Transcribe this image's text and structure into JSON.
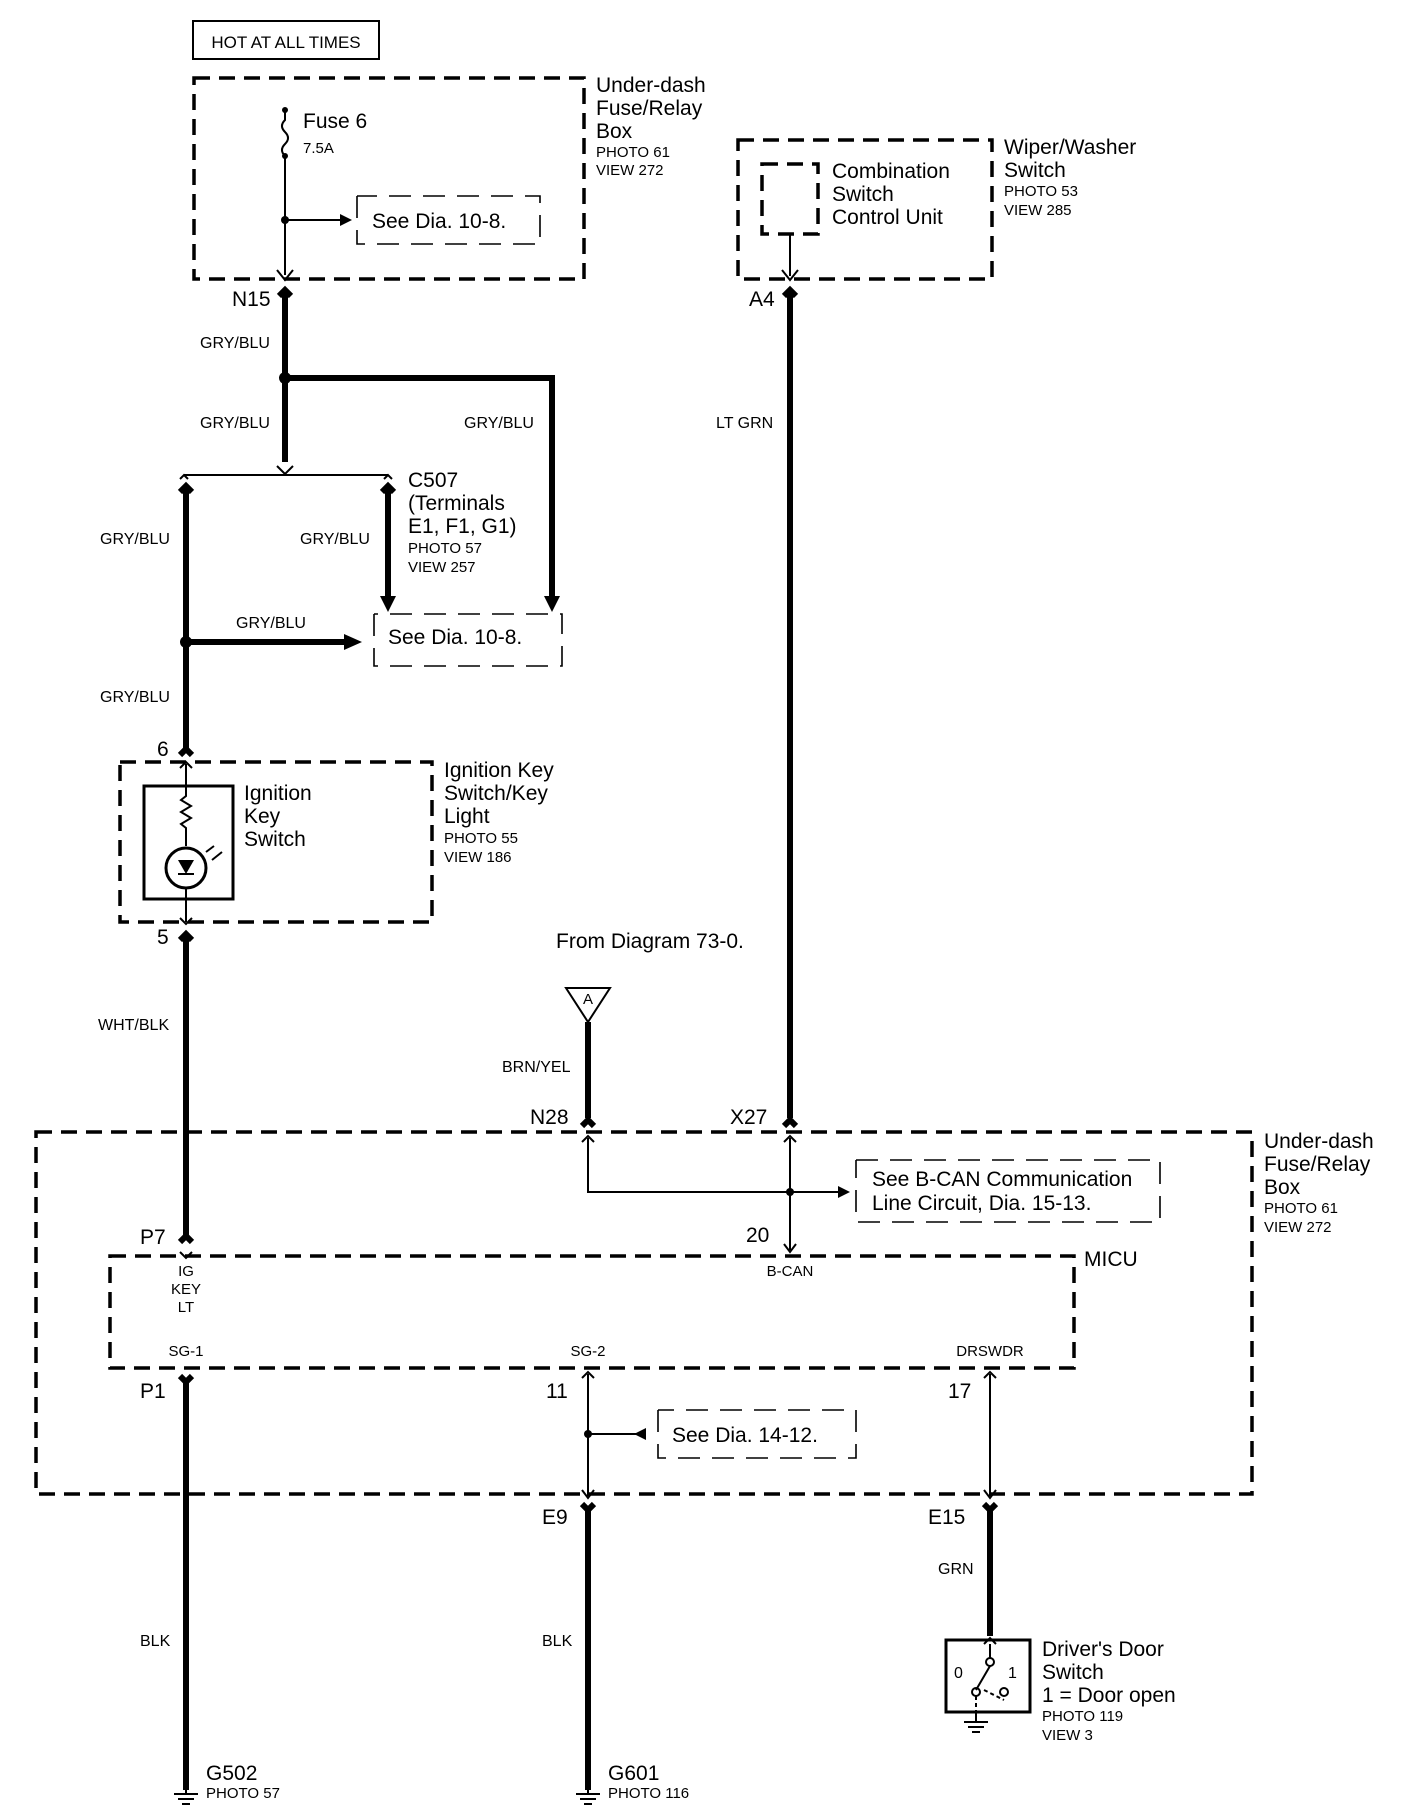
{
  "power": {
    "label": "HOT AT ALL TIMES"
  },
  "fusebox_top": {
    "title_lines": [
      "Under-dash",
      "Fuse/Relay",
      "Box"
    ],
    "photo": "PHOTO 61",
    "view": "VIEW 272",
    "fuse_name": "Fuse 6",
    "fuse_rating": "7.5A",
    "ref": "See Dia. 10-8.",
    "terminal": "N15"
  },
  "wiper_switch": {
    "title_lines": [
      "Wiper/Washer",
      "Switch"
    ],
    "photo": "PHOTO 53",
    "view": "VIEW 285",
    "unit_lines": [
      "Combination",
      "Switch",
      "Control Unit"
    ],
    "terminal": "A4"
  },
  "wires": {
    "gry_blu": "GRY/BLU",
    "lt_grn": "LT GRN",
    "wht_blk": "WHT/BLK",
    "brn_yel": "BRN/YEL",
    "blk": "BLK",
    "grn": "GRN"
  },
  "c507": {
    "lines": [
      "C507",
      "(Terminals",
      "E1, F1, G1)"
    ],
    "photo": "PHOTO 57",
    "view": "VIEW 257",
    "ref": "See Dia. 10-8."
  },
  "ignition": {
    "title_lines": [
      "Ignition Key",
      "Switch/Key",
      "Light"
    ],
    "photo": "PHOTO 55",
    "view": "VIEW 186",
    "inner_lines": [
      "Ignition",
      "Key",
      "Switch"
    ],
    "pin_top": "6",
    "pin_bottom": "5"
  },
  "from_diagram": {
    "text": "From Diagram 73-0.",
    "connector": "A"
  },
  "fusebox_bottom": {
    "title_lines": [
      "Under-dash",
      "Fuse/Relay",
      "Box"
    ],
    "photo": "PHOTO 61",
    "view": "VIEW 272",
    "n28": "N28",
    "x27": "X27",
    "bcan_ref_lines": [
      "See B-CAN Communication",
      "Line Circuit, Dia. 15-13."
    ],
    "ref_14_12": "See Dia. 14-12.",
    "e9": "E9",
    "e15": "E15"
  },
  "micu": {
    "title": "MICU",
    "p7": "P7",
    "ig_lines": [
      "IG",
      "KEY",
      "LT"
    ],
    "pin_20": "20",
    "bcan": "B-CAN",
    "sg1": "SG-1",
    "sg2": "SG-2",
    "drswdr": "DRSWDR",
    "p1": "P1",
    "pin_11": "11",
    "pin_17": "17"
  },
  "door_switch": {
    "title_lines": [
      "Driver's Door",
      "Switch",
      "1 = Door open"
    ],
    "photo": "PHOTO 119",
    "view": "VIEW 3",
    "pos0": "0",
    "pos1": "1"
  },
  "grounds": {
    "g502": "G502",
    "g502_photo": "PHOTO 57",
    "g601": "G601",
    "g601_photo": "PHOTO 116"
  }
}
